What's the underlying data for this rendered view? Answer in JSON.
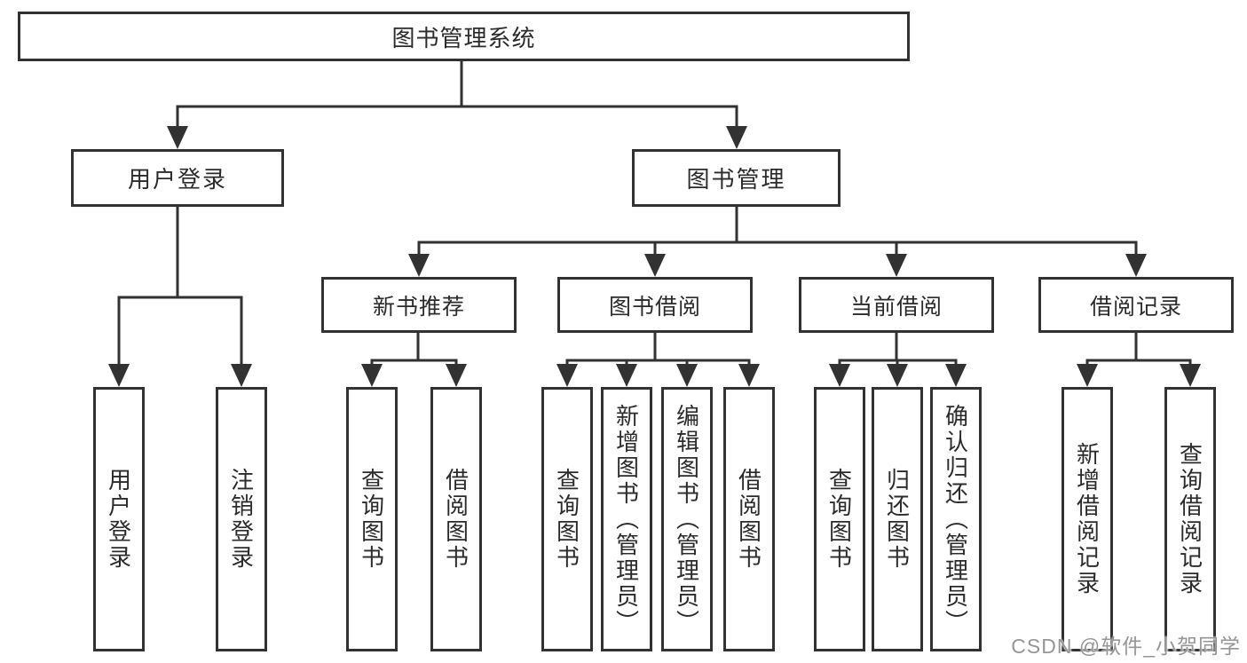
{
  "diagram": {
    "root": {
      "label": "图书管理系统"
    },
    "level2": [
      {
        "id": "user-login",
        "label": "用户登录"
      },
      {
        "id": "book-management",
        "label": "图书管理"
      }
    ],
    "level3": [
      {
        "id": "new-book-recommend",
        "label": "新书推荐"
      },
      {
        "id": "book-borrow",
        "label": "图书借阅"
      },
      {
        "id": "current-borrow",
        "label": "当前借阅"
      },
      {
        "id": "borrow-records",
        "label": "借阅记录"
      }
    ],
    "leaves": {
      "user_login": [
        {
          "label": "用户登录"
        },
        {
          "label": "注销登录"
        }
      ],
      "new_book_recommend": [
        {
          "label": "查询图书"
        },
        {
          "label": "借阅图书"
        }
      ],
      "book_borrow": [
        {
          "label": "查询图书"
        },
        {
          "label": "新增图书（管理员）"
        },
        {
          "label": "编辑图书（管理员）"
        },
        {
          "label": "借阅图书"
        }
      ],
      "current_borrow": [
        {
          "label": "查询图书"
        },
        {
          "label": "归还图书"
        },
        {
          "label": "确认归还（管理员）"
        }
      ],
      "borrow_records": [
        {
          "label": "新增借阅记录"
        },
        {
          "label": "查询借阅记录"
        }
      ]
    },
    "watermark": "CSDN @软件_小贺同学",
    "colors": {
      "line": "#323232",
      "text": "#2b2b2b",
      "background": "#ffffff",
      "watermark": "#969696"
    }
  }
}
